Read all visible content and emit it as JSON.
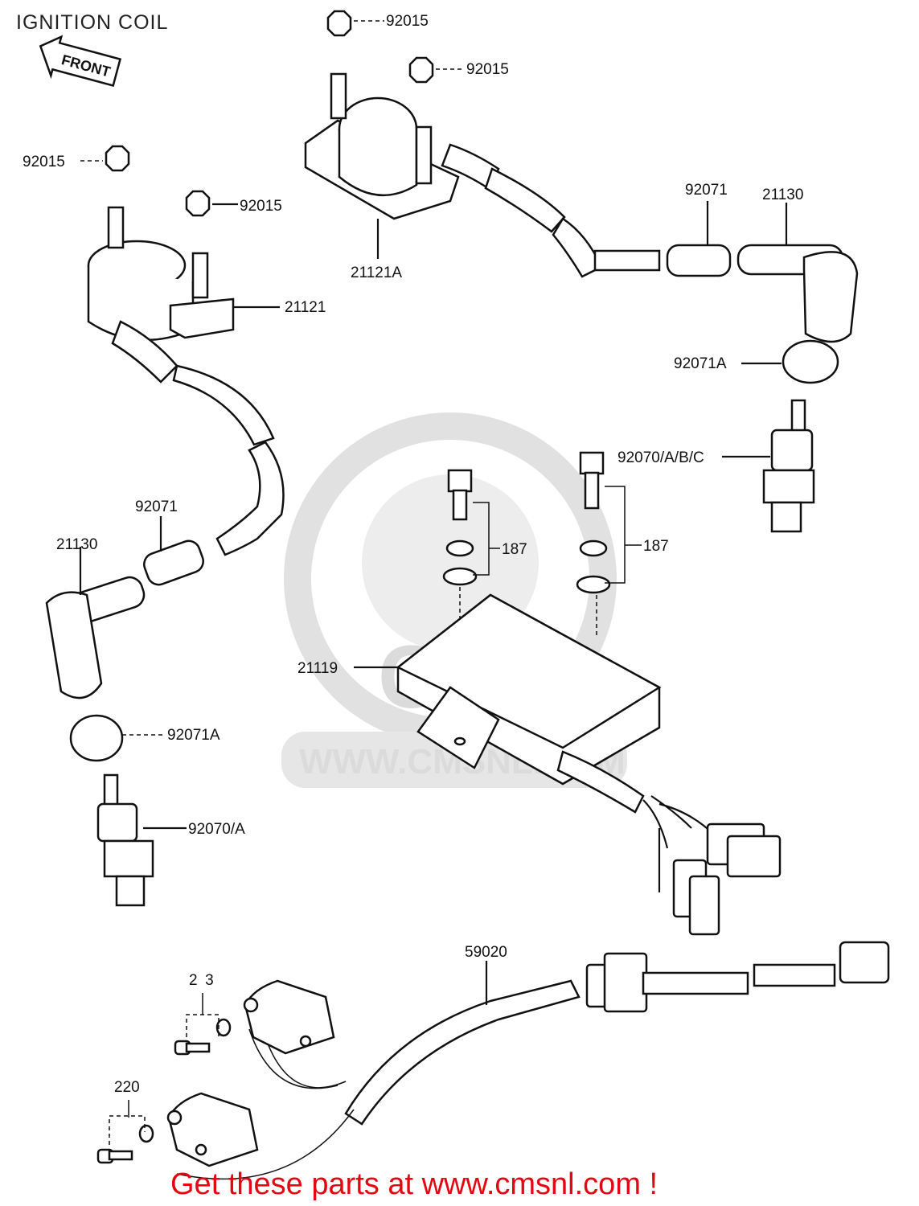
{
  "title": "IGNITION COIL",
  "footer": "Get these parts at www.cmsnl.com !",
  "front_arrow_label": "FRONT",
  "watermark": {
    "logo": "CMS",
    "url": "WWW.CMSNL.COM"
  },
  "part_labels": {
    "nut_1": "92015",
    "nut_2": "92015",
    "nut_3": "92015",
    "nut_4": "92015",
    "coil_right": "21121A",
    "coil_left": "21121",
    "seal_right": "92071",
    "cap_right": "21130",
    "cover_right": "92071A",
    "plug_right": "92070/A/B/C",
    "seal_left": "92071",
    "cap_left": "21130",
    "cover_left": "92071A",
    "plug_left": "92070/A",
    "bolt_washer_left": "187",
    "bolt_washer_right": "187",
    "igniter": "21119",
    "harness": "59020",
    "screw_upper": "2 3",
    "screw_lower": "220"
  }
}
